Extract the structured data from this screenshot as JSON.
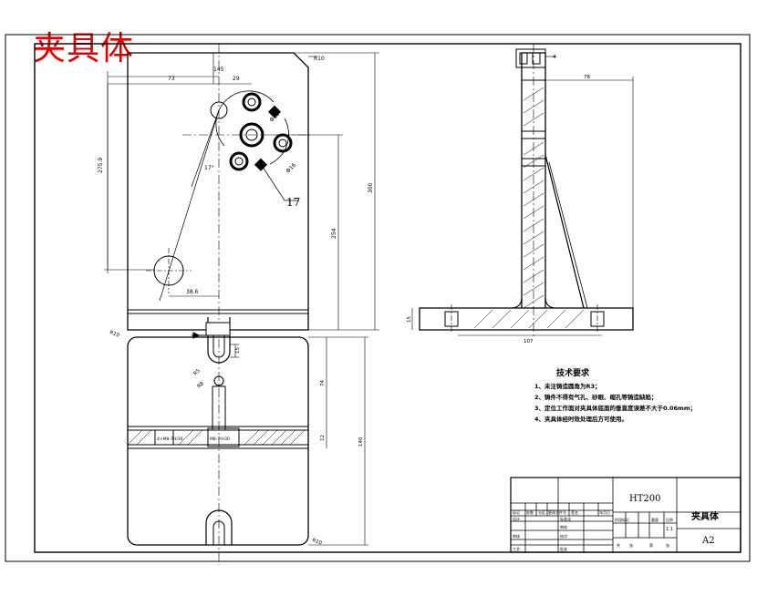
{
  "sheet_title": "夹具体",
  "dimensions": {
    "top_view": {
      "d145": "145",
      "d73": "73",
      "d29": "29",
      "d275": "275.9",
      "d254": "254",
      "d300": "300",
      "d38": "38.6",
      "angle": "17°",
      "callout": "17",
      "chamfer": "R10",
      "small1": "Φ16",
      "small2": "Φ16"
    },
    "bottom_view": {
      "d74": "74",
      "d12": "12",
      "d140": "140",
      "d15": "15",
      "chamfer": "R10",
      "r1": "R5",
      "r2": "R8",
      "slot_left": "4×M8-7H/30",
      "slot_right": "M8-7H/30",
      "corner": "R10"
    },
    "side_view": {
      "d4": "4",
      "d78": "78",
      "d15": "15",
      "d107": "107"
    }
  },
  "tech_requirements": {
    "heading": "技术要求",
    "items": [
      "1、未注铸造圆角为R3；",
      "2、铸件不得有气孔、砂眼、缩孔等铸造缺陷；",
      "3、定位工作面对夹具体底面的垂直度误差不大于0.06mm；",
      "4、夹具体经时效处理后方可使用。"
    ]
  },
  "title_block": {
    "material": "HT200",
    "part_name": "夹具体",
    "sheet_size": "A2",
    "scale": "1:1",
    "row_headers": [
      "标记",
      "处数",
      "分区",
      "更改文件号",
      "签名",
      "年月日"
    ],
    "labels": {
      "design": "设计",
      "standardize": "标准化",
      "review": "审核",
      "process": "工艺",
      "check": "校对",
      "approve": "批准",
      "audit": "审核",
      "stage": "阶段标记",
      "weight": "重量",
      "scale_label": "比例",
      "total": "共",
      "sheets": "张",
      "page": "第",
      "page_sheets": "张"
    }
  }
}
